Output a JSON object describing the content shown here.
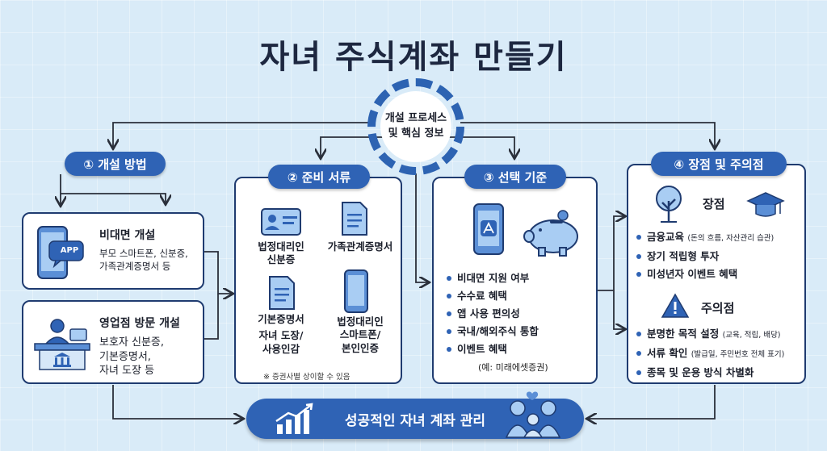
{
  "title": "자녀 주식계좌 만들기",
  "hub": {
    "line1": "개설 프로세스",
    "line2": "및 핵심 정보"
  },
  "sections": {
    "method": {
      "label": "① 개설 방법",
      "items": [
        {
          "title": "비대면 개설",
          "desc1": "부모 스마트폰, 신분증,",
          "desc2": "가족관계증명서 등",
          "icon_text": "APP"
        },
        {
          "title": "영업점 방문 개설",
          "desc1": "보호자 신분증,",
          "desc2": "기본증명서,",
          "desc3": "자녀 도장 등"
        }
      ]
    },
    "docs": {
      "label": "② 준비 서류",
      "items": [
        {
          "line1": "법정대리인",
          "line2": "신분증"
        },
        {
          "line1": "가족관계증명서"
        },
        {
          "line1": "기본증명서",
          "line2": "자녀 도장/",
          "line3": "사용인감"
        },
        {
          "line1": "법정대리인",
          "line2": "스마트폰/",
          "line3": "본인인증"
        }
      ],
      "note": "※ 증권사별 상이할 수 있음"
    },
    "criteria": {
      "label": "③ 선택 기준",
      "items": [
        "비대면 지원 여부",
        "수수료 혜택",
        "앱 사용 편의성",
        "국내/해외주식 통합",
        "이벤트 혜택"
      ],
      "example": "(예: 미래에셋증권)"
    },
    "pros": {
      "label": "④ 장점 및 주의점",
      "pros_title": "장점",
      "pros_items": [
        {
          "main": "금융교육",
          "sub": "(돈의 흐름, 자산관리 습관)"
        },
        {
          "main": "장기 적립형 투자",
          "sub": ""
        },
        {
          "main": "미성년자 이벤트 혜택",
          "sub": ""
        }
      ],
      "cons_title": "주의점",
      "cons_items": [
        {
          "main": "분명한 목적 설정",
          "sub": "(교육, 적립, 배당)"
        },
        {
          "main": "서류 확인",
          "sub": "(발급일, 주민번호 전체 표기)"
        },
        {
          "main": "종목 및 운용 방식 차별화",
          "sub": ""
        }
      ]
    }
  },
  "footer": "성공적인 자녀 계좌 관리",
  "colors": {
    "accent": "#2f63b5",
    "border": "#1f3b70",
    "background": "#d9ebf8"
  }
}
